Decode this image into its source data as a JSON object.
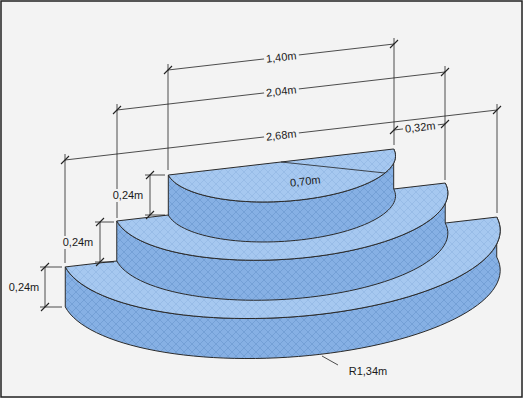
{
  "diagram": {
    "labels": [
      "1,40m",
      "2,04m",
      "2,68m",
      "0,32m",
      "0,24m",
      "0,70m",
      "0,24m",
      "0,24m",
      "R1,34m"
    ]
  }
}
